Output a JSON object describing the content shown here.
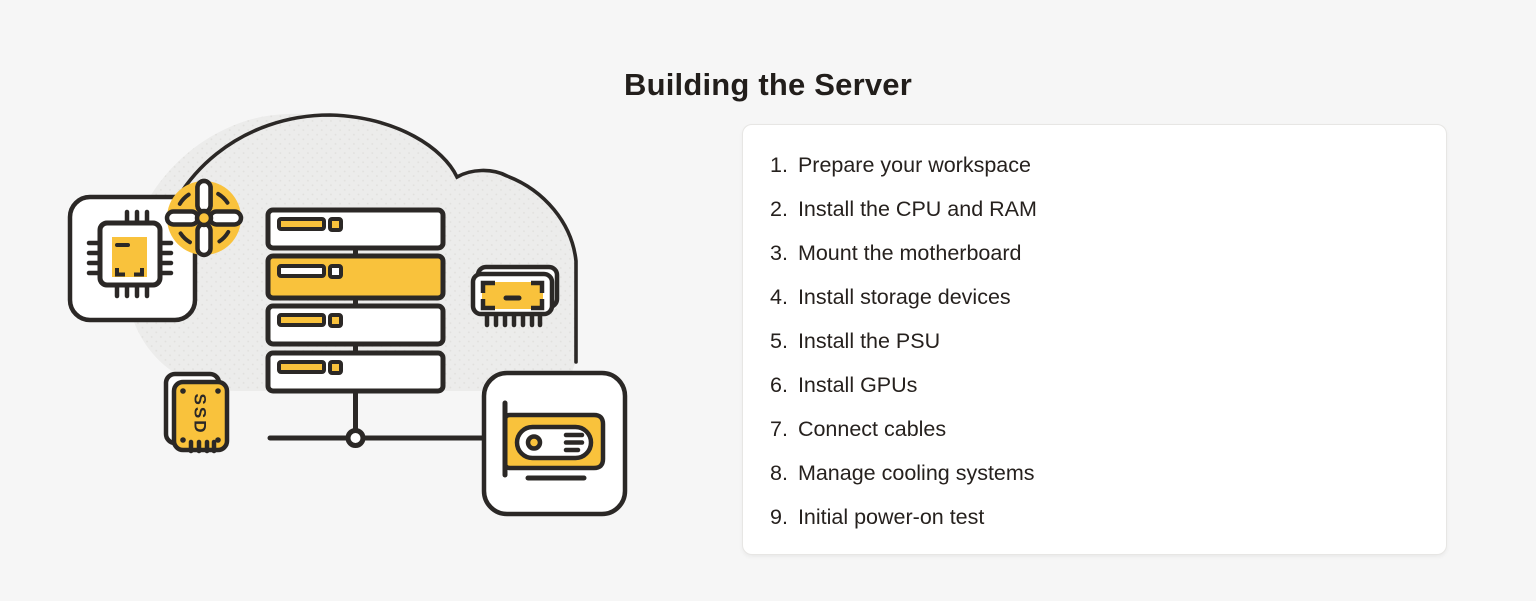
{
  "page": {
    "title": "Building the Server",
    "background_color": "#F6F6F6"
  },
  "colors": {
    "accent": "#F9C23C",
    "outline": "#2B2826",
    "cloud_fill": "#ECECEB",
    "card_background": "#FFFFFF",
    "card_border": "#E7E6E4",
    "text": "#26211E"
  },
  "illustration": {
    "ssd_label": "SSD"
  },
  "steps": {
    "items": [
      {
        "num": "1.",
        "label": "Prepare your workspace"
      },
      {
        "num": "2.",
        "label": "Install the CPU and RAM"
      },
      {
        "num": "3.",
        "label": "Mount the motherboard"
      },
      {
        "num": "4.",
        "label": "Install storage devices"
      },
      {
        "num": "5.",
        "label": "Install the PSU"
      },
      {
        "num": "6.",
        "label": "Install GPUs"
      },
      {
        "num": "7.",
        "label": "Connect cables"
      },
      {
        "num": "8.",
        "label": "Manage cooling systems"
      },
      {
        "num": "9.",
        "label": "Initial power-on test"
      }
    ]
  }
}
